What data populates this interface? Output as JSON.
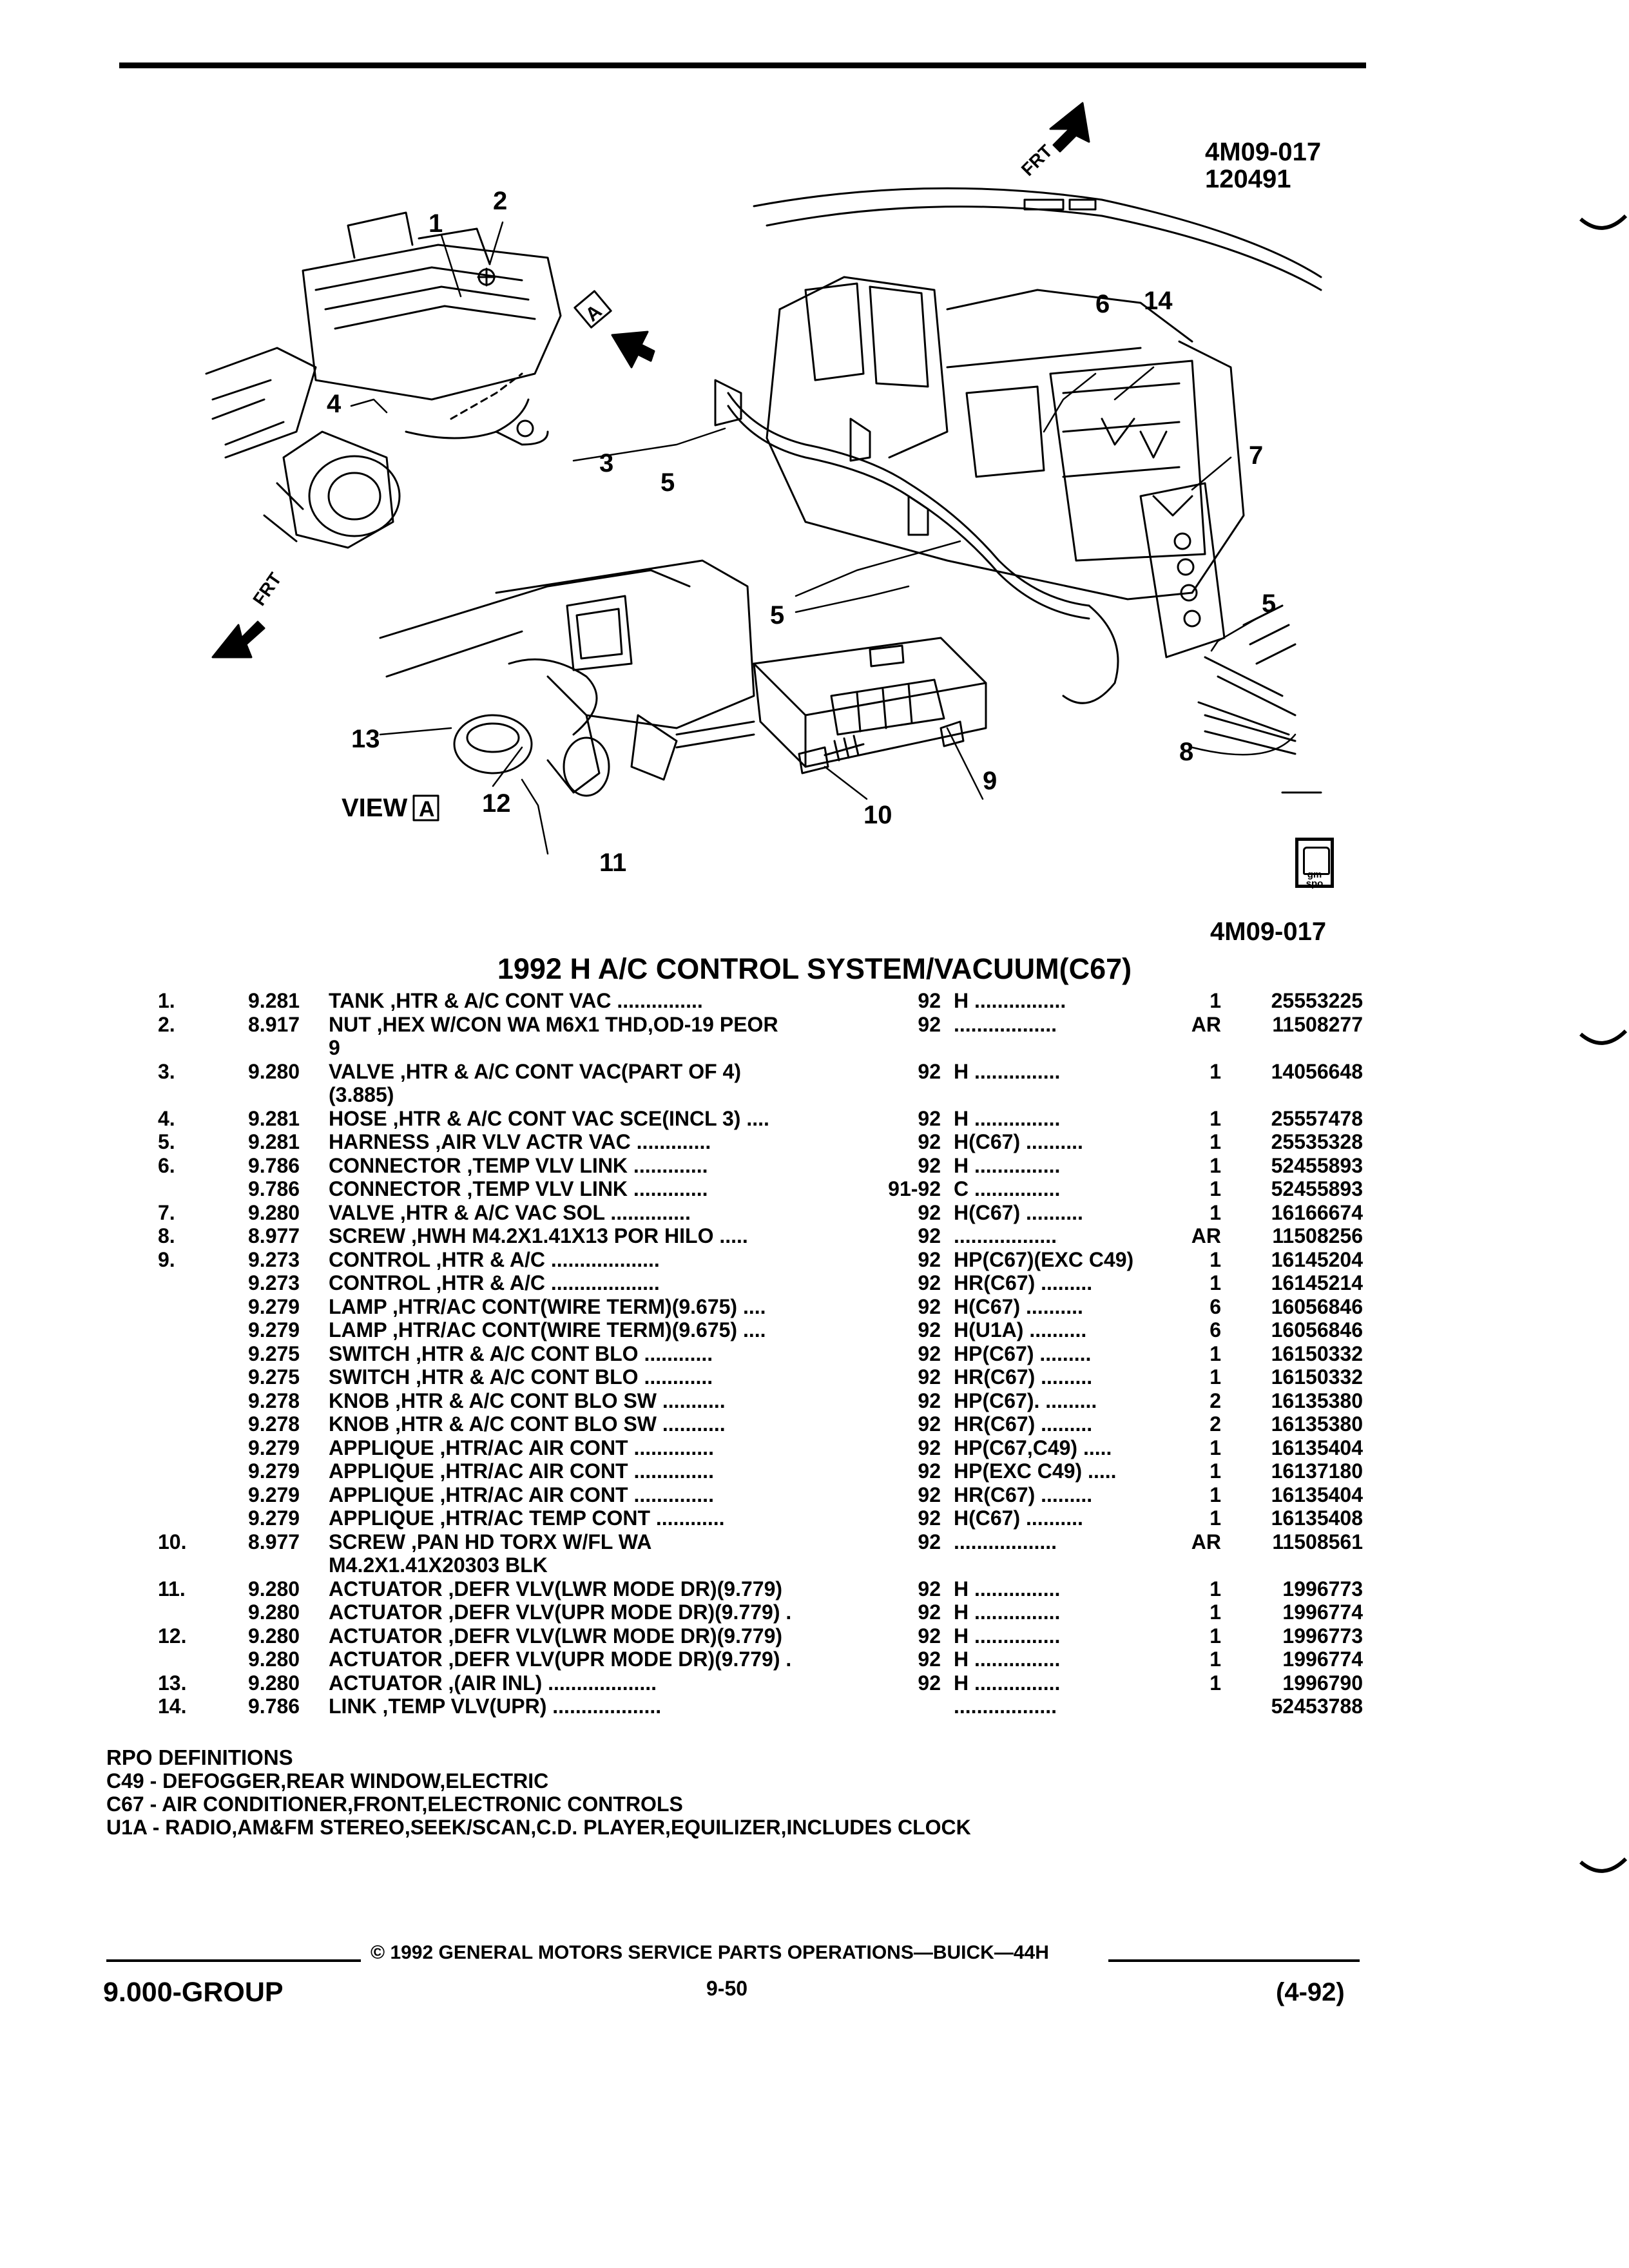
{
  "header": {
    "ref_top_line1": "4M09-017",
    "ref_top_line2": "120491",
    "ref_bottom": "4M09-017",
    "logo_text_1": "gm",
    "logo_text_2": "spo"
  },
  "diagram": {
    "callouts": [
      "1",
      "2",
      "3",
      "4",
      "5",
      "5",
      "6",
      "14",
      "7",
      "5",
      "8",
      "9",
      "10",
      "11",
      "12",
      "13"
    ],
    "view_label": "VIEW",
    "view_letter": "A",
    "arrow_letter": "A",
    "frt_label": "FRT"
  },
  "title": "1992 H A/C CONTROL SYSTEM/VACUUM(C67)",
  "parts": [
    {
      "num": "1.",
      "grp": "9.281",
      "desc": "TANK ,HTR & A/C CONT VAC ...............",
      "yr": "92",
      "rpo": "H ................",
      "qty": "1",
      "pn": "25553225"
    },
    {
      "num": "2.",
      "grp": "8.917",
      "desc": "NUT ,HEX W/CON WA M6X1 THD,OD-19 PEOR",
      "yr": "92",
      "rpo": "..................",
      "qty": "AR",
      "pn": "11508277"
    },
    {
      "num": "",
      "grp": "",
      "desc": "9",
      "yr": "",
      "rpo": "",
      "qty": "",
      "pn": ""
    },
    {
      "num": "3.",
      "grp": "9.280",
      "desc": "VALVE ,HTR & A/C CONT VAC(PART OF 4)",
      "yr": "92",
      "rpo": "H ...............",
      "qty": "1",
      "pn": "14056648"
    },
    {
      "num": "",
      "grp": "",
      "desc": "(3.885)",
      "yr": "",
      "rpo": "",
      "qty": "",
      "pn": ""
    },
    {
      "num": "4.",
      "grp": "9.281",
      "desc": "HOSE ,HTR & A/C CONT VAC SCE(INCL 3) ....",
      "yr": "92",
      "rpo": "H ...............",
      "qty": "1",
      "pn": "25557478"
    },
    {
      "num": "5.",
      "grp": "9.281",
      "desc": "HARNESS ,AIR VLV ACTR VAC .............",
      "yr": "92",
      "rpo": "H(C67) ..........",
      "qty": "1",
      "pn": "25535328"
    },
    {
      "num": "6.",
      "grp": "9.786",
      "desc": "CONNECTOR ,TEMP VLV LINK .............",
      "yr": "92",
      "rpo": "H ...............",
      "qty": "1",
      "pn": "52455893"
    },
    {
      "num": "",
      "grp": "9.786",
      "desc": "CONNECTOR ,TEMP VLV LINK .............",
      "yr": "91-92",
      "rpo": "C ...............",
      "qty": "1",
      "pn": "52455893"
    },
    {
      "num": "7.",
      "grp": "9.280",
      "desc": "VALVE ,HTR & A/C VAC SOL ..............",
      "yr": "92",
      "rpo": "H(C67) ..........",
      "qty": "1",
      "pn": "16166674"
    },
    {
      "num": "8.",
      "grp": "8.977",
      "desc": "SCREW ,HWH M4.2X1.41X13 POR HILO .....",
      "yr": "92",
      "rpo": "..................",
      "qty": "AR",
      "pn": "11508256"
    },
    {
      "num": "9.",
      "grp": "9.273",
      "desc": "CONTROL ,HTR & A/C ...................",
      "yr": "92",
      "rpo": "HP(C67)(EXC C49)",
      "qty": "1",
      "pn": "16145204"
    },
    {
      "num": "",
      "grp": "9.273",
      "desc": "CONTROL ,HTR & A/C ...................",
      "yr": "92",
      "rpo": "HR(C67) .........",
      "qty": "1",
      "pn": "16145214"
    },
    {
      "num": "",
      "grp": "9.279",
      "desc": "LAMP ,HTR/AC CONT(WIRE TERM)(9.675) ....",
      "yr": "92",
      "rpo": "H(C67) ..........",
      "qty": "6",
      "pn": "16056846"
    },
    {
      "num": "",
      "grp": "9.279",
      "desc": "LAMP ,HTR/AC CONT(WIRE TERM)(9.675) ....",
      "yr": "92",
      "rpo": "H(U1A) ..........",
      "qty": "6",
      "pn": "16056846"
    },
    {
      "num": "",
      "grp": "9.275",
      "desc": "SWITCH ,HTR & A/C CONT BLO ............",
      "yr": "92",
      "rpo": "HP(C67) .........",
      "qty": "1",
      "pn": "16150332"
    },
    {
      "num": "",
      "grp": "9.275",
      "desc": "SWITCH ,HTR & A/C CONT BLO ............",
      "yr": "92",
      "rpo": "HR(C67) .........",
      "qty": "1",
      "pn": "16150332"
    },
    {
      "num": "",
      "grp": "9.278",
      "desc": "KNOB ,HTR & A/C CONT BLO SW ...........",
      "yr": "92",
      "rpo": "HP(C67). .........",
      "qty": "2",
      "pn": "16135380"
    },
    {
      "num": "",
      "grp": "9.278",
      "desc": "KNOB ,HTR & A/C CONT BLO SW ...........",
      "yr": "92",
      "rpo": "HR(C67) .........",
      "qty": "2",
      "pn": "16135380"
    },
    {
      "num": "",
      "grp": "9.279",
      "desc": "APPLIQUE ,HTR/AC AIR CONT ..............",
      "yr": "92",
      "rpo": "HP(C67,C49) .....",
      "qty": "1",
      "pn": "16135404"
    },
    {
      "num": "",
      "grp": "9.279",
      "desc": "APPLIQUE ,HTR/AC AIR CONT ..............",
      "yr": "92",
      "rpo": "HP(EXC C49) .....",
      "qty": "1",
      "pn": "16137180"
    },
    {
      "num": "",
      "grp": "9.279",
      "desc": "APPLIQUE ,HTR/AC AIR CONT ..............",
      "yr": "92",
      "rpo": "HR(C67) .........",
      "qty": "1",
      "pn": "16135404"
    },
    {
      "num": "",
      "grp": "9.279",
      "desc": "APPLIQUE ,HTR/AC TEMP CONT ............",
      "yr": "92",
      "rpo": "H(C67) ..........",
      "qty": "1",
      "pn": "16135408"
    },
    {
      "num": "10.",
      "grp": "8.977",
      "desc": "SCREW ,PAN HD TORX W/FL WA",
      "yr": "92",
      "rpo": "..................",
      "qty": "AR",
      "pn": "11508561"
    },
    {
      "num": "",
      "grp": "",
      "desc": "M4.2X1.41X20303 BLK",
      "yr": "",
      "rpo": "",
      "qty": "",
      "pn": ""
    },
    {
      "num": "11.",
      "grp": "9.280",
      "desc": "ACTUATOR ,DEFR VLV(LWR MODE DR)(9.779)",
      "yr": "92",
      "rpo": "H ...............",
      "qty": "1",
      "pn": "1996773"
    },
    {
      "num": "",
      "grp": "9.280",
      "desc": "ACTUATOR ,DEFR VLV(UPR MODE DR)(9.779) .",
      "yr": "92",
      "rpo": "H ...............",
      "qty": "1",
      "pn": "1996774"
    },
    {
      "num": "12.",
      "grp": "9.280",
      "desc": "ACTUATOR ,DEFR VLV(LWR MODE DR)(9.779)",
      "yr": "92",
      "rpo": "H ...............",
      "qty": "1",
      "pn": "1996773"
    },
    {
      "num": "",
      "grp": "9.280",
      "desc": "ACTUATOR ,DEFR VLV(UPR MODE DR)(9.779) .",
      "yr": "92",
      "rpo": "H ...............",
      "qty": "1",
      "pn": "1996774"
    },
    {
      "num": "13.",
      "grp": "9.280",
      "desc": "ACTUATOR ,(AIR INL) ...................",
      "yr": "92",
      "rpo": "H ...............",
      "qty": "1",
      "pn": "1996790"
    },
    {
      "num": "14.",
      "grp": "9.786",
      "desc": "LINK ,TEMP VLV(UPR) ...................",
      "yr": "",
      "rpo": "..................",
      "qty": "",
      "pn": "52453788"
    }
  ],
  "rpo_definitions": {
    "heading": "RPO DEFINITIONS",
    "items": [
      "C49 - DEFOGGER,REAR WINDOW,ELECTRIC",
      "C67 - AIR CONDITIONER,FRONT,ELECTRONIC CONTROLS",
      "U1A - RADIO,AM&FM STEREO,SEEK/SCAN,C.D. PLAYER,EQUILIZER,INCLUDES CLOCK"
    ]
  },
  "footer": {
    "group": "9.000-GROUP",
    "copyright": "© 1992 GENERAL MOTORS SERVICE PARTS OPERATIONS—BUICK—44H",
    "page": "9-50",
    "date": "(4-92)"
  }
}
